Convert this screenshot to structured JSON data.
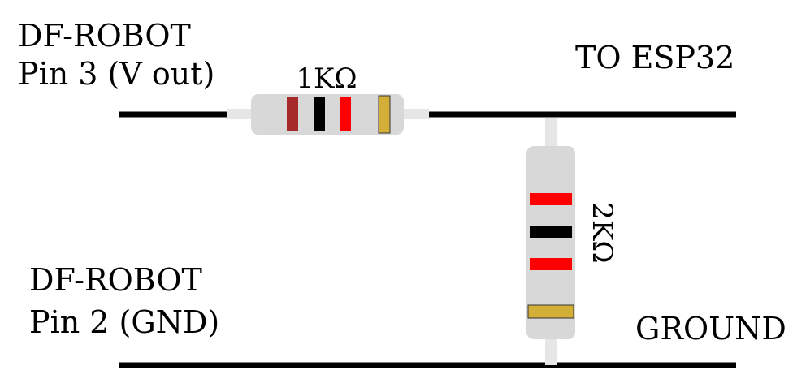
{
  "labels": {
    "vout_line1": "DF-ROBOT",
    "vout_line2": "Pin 3 (V out)",
    "gnd_line1": "DF-ROBOT",
    "gnd_line2": "Pin 2 (GND)",
    "to_esp32": "TO ESP32",
    "ground": "GROUND"
  },
  "resistors": {
    "r1": {
      "value": "1KΩ",
      "bands": [
        "#a52a2a",
        "#000000",
        "#ff0000"
      ],
      "tolerance_band": "#d4af37"
    },
    "r2": {
      "value": "2KΩ",
      "bands": [
        "#ff0000",
        "#000000",
        "#ff0000"
      ],
      "tolerance_band": "#d4af37"
    }
  },
  "colors": {
    "wire": "#000000",
    "lead": "#e6e6e6",
    "body": "#d8d8d8"
  }
}
